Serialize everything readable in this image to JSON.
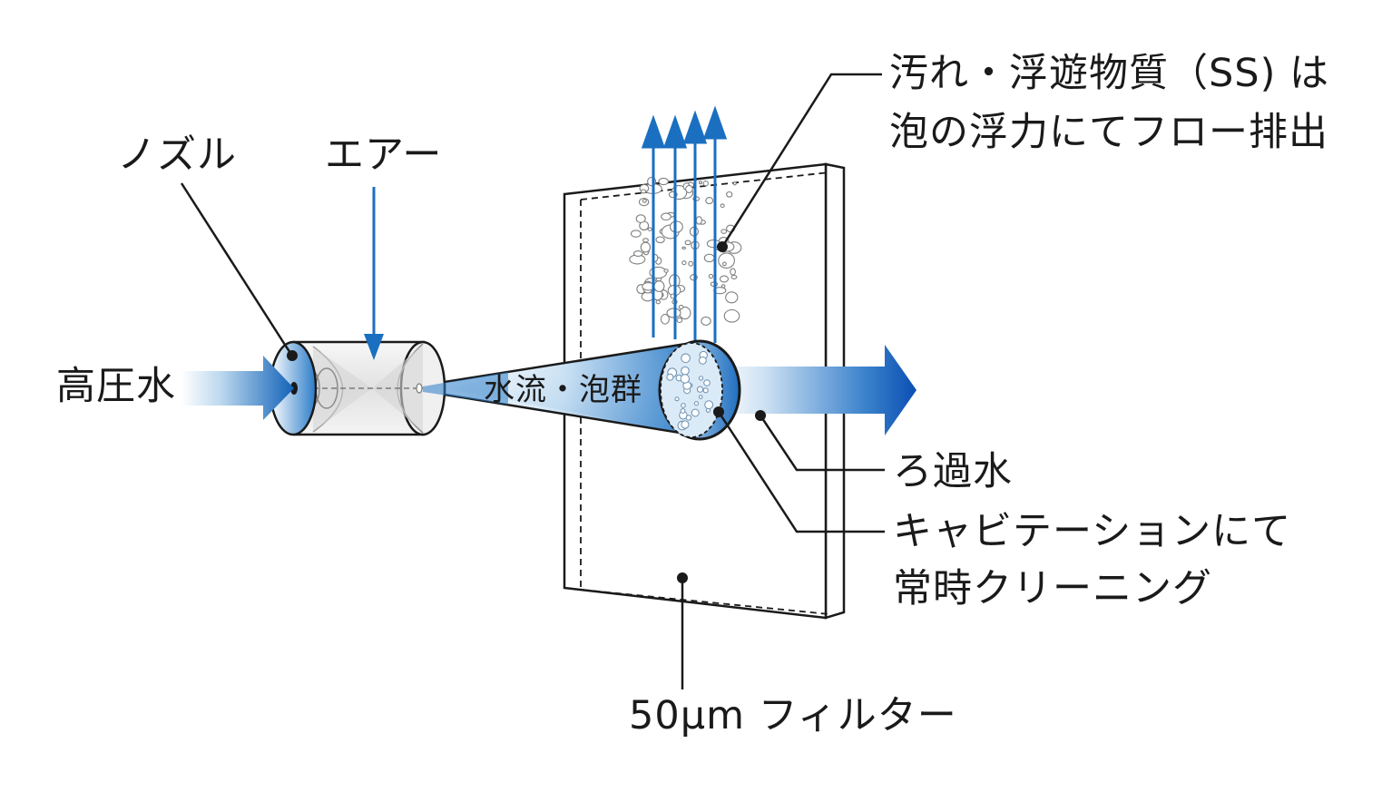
{
  "labels": {
    "nozzle": "ノズル",
    "air": "エアー",
    "high_pressure_water": "高圧水",
    "cone_text": "水流・泡群",
    "ss_line1": "汚れ・浮遊物質（SS) は",
    "ss_line2": "泡の浮力にてフロー排出",
    "filtered_water": "ろ過水",
    "cavitation_line1": "キャビテーションにて",
    "cavitation_line2": "常時クリーニング",
    "filter": "50μm フィルター"
  },
  "colors": {
    "arrow_blue": "#1a6fc0",
    "deep_blue": "#0046b4",
    "light_blue": "#e8f3fb",
    "outline": "#1a1a1a"
  }
}
